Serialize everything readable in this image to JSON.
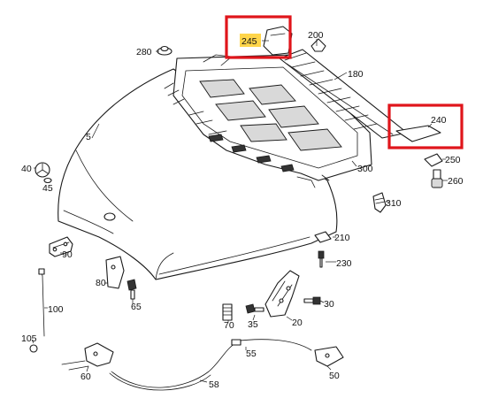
{
  "diagram": {
    "colors": {
      "line": "#1a1a1a",
      "highlight_box": "#e0151b",
      "highlight_text_bg": "#ffd54a"
    },
    "highlighted_callouts": [
      "245",
      "240"
    ],
    "callouts": {
      "c245": "245",
      "c200": "200",
      "c280": "280",
      "c180": "180",
      "c240": "240",
      "c5": "5",
      "c40": "40",
      "c45": "45",
      "c300": "300",
      "c250": "250",
      "c260": "260",
      "c310": "310",
      "c90": "90",
      "c210": "210",
      "c230": "230",
      "c80": "80",
      "c65": "65",
      "c100": "100",
      "c70": "70",
      "c35": "35",
      "c20": "20",
      "c30": "30",
      "c105": "105",
      "c55": "55",
      "c60": "60",
      "c58": "58",
      "c50": "50"
    }
  }
}
